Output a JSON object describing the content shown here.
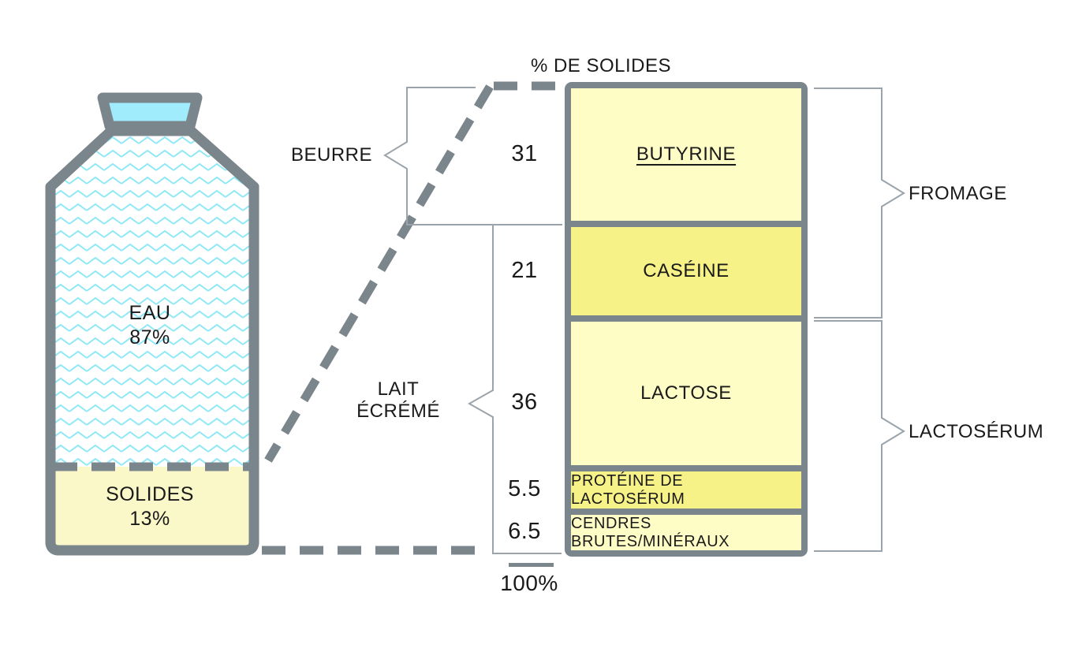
{
  "title": "% DE SOLIDES",
  "bottle": {
    "water_label": "EAU",
    "water_value": "87%",
    "solids_label": "SOLIDES",
    "solids_value": "13%"
  },
  "segments": [
    {
      "label": "BUTYRINE",
      "value": "31"
    },
    {
      "label": "CASÉINE",
      "value": "21"
    },
    {
      "label": "LACTOSE",
      "value": "36"
    },
    {
      "label": "PROTÉINE DE LACTOSÉRUM",
      "value": "5.5"
    },
    {
      "label": "CENDRES BRUTES/MINÉRAUX",
      "value": "6.5"
    }
  ],
  "brackets": {
    "butter": "BEURRE",
    "skim_milk_line1": "LAIT",
    "skim_milk_line2": "ÉCRÉMÉ",
    "cheese": "FROMAGE",
    "whey": "LACTOSÉRUM"
  },
  "total": "100%",
  "colors": {
    "outline_gray": "#7B858C",
    "bracket_gray": "#9BA4AB",
    "light_yellow": "#FFFDC6",
    "dark_yellow": "#F7F288",
    "bottle_solids_yellow": "#FAF7C8",
    "cap_cyan": "#A0ECFC",
    "zigzag_cyan": "#8FE8F6"
  },
  "chart_data": {
    "type": "bar",
    "title": "% DE SOLIDES",
    "categories": [
      "BUTYRINE",
      "CASÉINE",
      "LACTOSE",
      "PROTÉINE DE LACTOSÉRUM",
      "CENDRES BRUTES/MINÉRAUX"
    ],
    "values": [
      31,
      21,
      36,
      5.5,
      6.5
    ],
    "total_label": "100%",
    "bottle_composition": {
      "EAU": 87,
      "SOLIDES": 13
    },
    "groups": [
      {
        "name": "BEURRE",
        "members": [
          "BUTYRINE"
        ]
      },
      {
        "name": "LAIT ÉCRÉMÉ",
        "members": [
          "CASÉINE",
          "LACTOSE",
          "PROTÉINE DE LACTOSÉRUM",
          "CENDRES BRUTES/MINÉRAUX"
        ]
      },
      {
        "name": "FROMAGE",
        "members": [
          "BUTYRINE",
          "CASÉINE"
        ]
      },
      {
        "name": "LACTOSÉRUM",
        "members": [
          "LACTOSE",
          "PROTÉINE DE LACTOSÉRUM",
          "CENDRES BRUTES/MINÉRAUX"
        ]
      }
    ]
  }
}
